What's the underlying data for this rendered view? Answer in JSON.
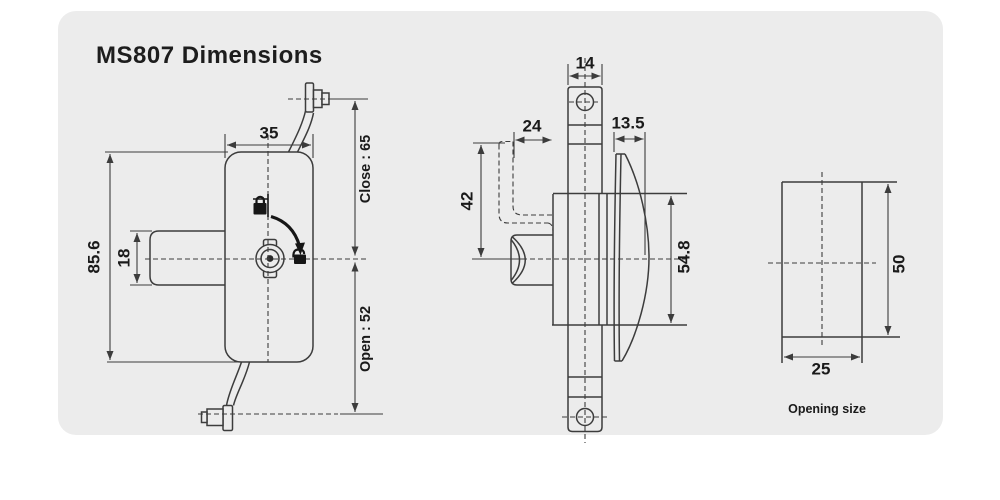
{
  "title": "MS807 Dimensions",
  "front_view": {
    "body_width": "35",
    "body_height": "85.6",
    "housing_height": "18",
    "close_stroke": "Close : 65",
    "open_stroke": "Open : 52"
  },
  "side_view": {
    "bracket_width": "14",
    "lever_offset": "24",
    "cam_offset": "13.5",
    "lever_height": "42",
    "mount_height": "54.8"
  },
  "opening_view": {
    "height": "50",
    "width": "25",
    "caption": "Opening size"
  },
  "colors": {
    "card_background": "#ececec",
    "line": "#3c3c3c",
    "text": "#1a1a1a"
  }
}
